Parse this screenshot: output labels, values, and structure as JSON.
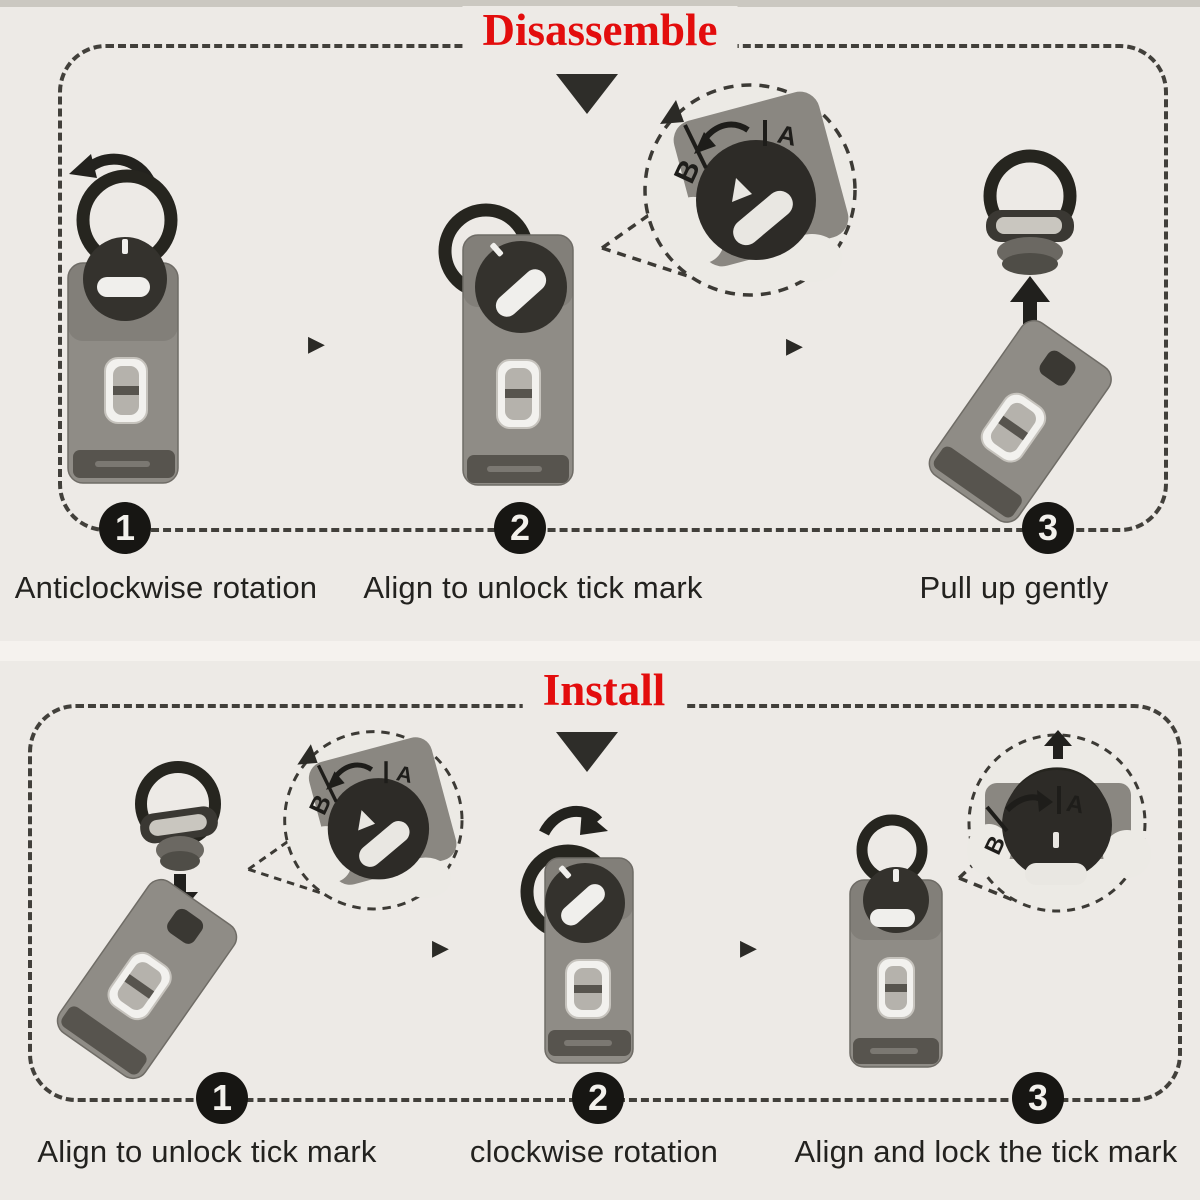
{
  "sections": {
    "disassemble": {
      "title": "Disassemble",
      "steps": [
        {
          "number": "1",
          "caption": "Anticlockwise rotation"
        },
        {
          "number": "2",
          "caption": "Align to unlock tick mark"
        },
        {
          "number": "3",
          "caption": "Pull up gently"
        }
      ]
    },
    "install": {
      "title": "Install",
      "steps": [
        {
          "number": "1",
          "caption": "Align to unlock tick mark"
        },
        {
          "number": "2",
          "caption": "clockwise rotation"
        },
        {
          "number": "3",
          "caption": "Align and lock the tick mark"
        }
      ]
    }
  },
  "dial_marks": {
    "left": "B",
    "right": "A"
  },
  "colors": {
    "background": "#edeae6",
    "accent_red": "#e30d0d",
    "ink": "#23221f",
    "dash_border": "#42403b",
    "lock_gray": "#8f8c86",
    "lock_dark": "#34322d",
    "lock_strip": "#57544e",
    "lock_white": "#f0efec"
  }
}
